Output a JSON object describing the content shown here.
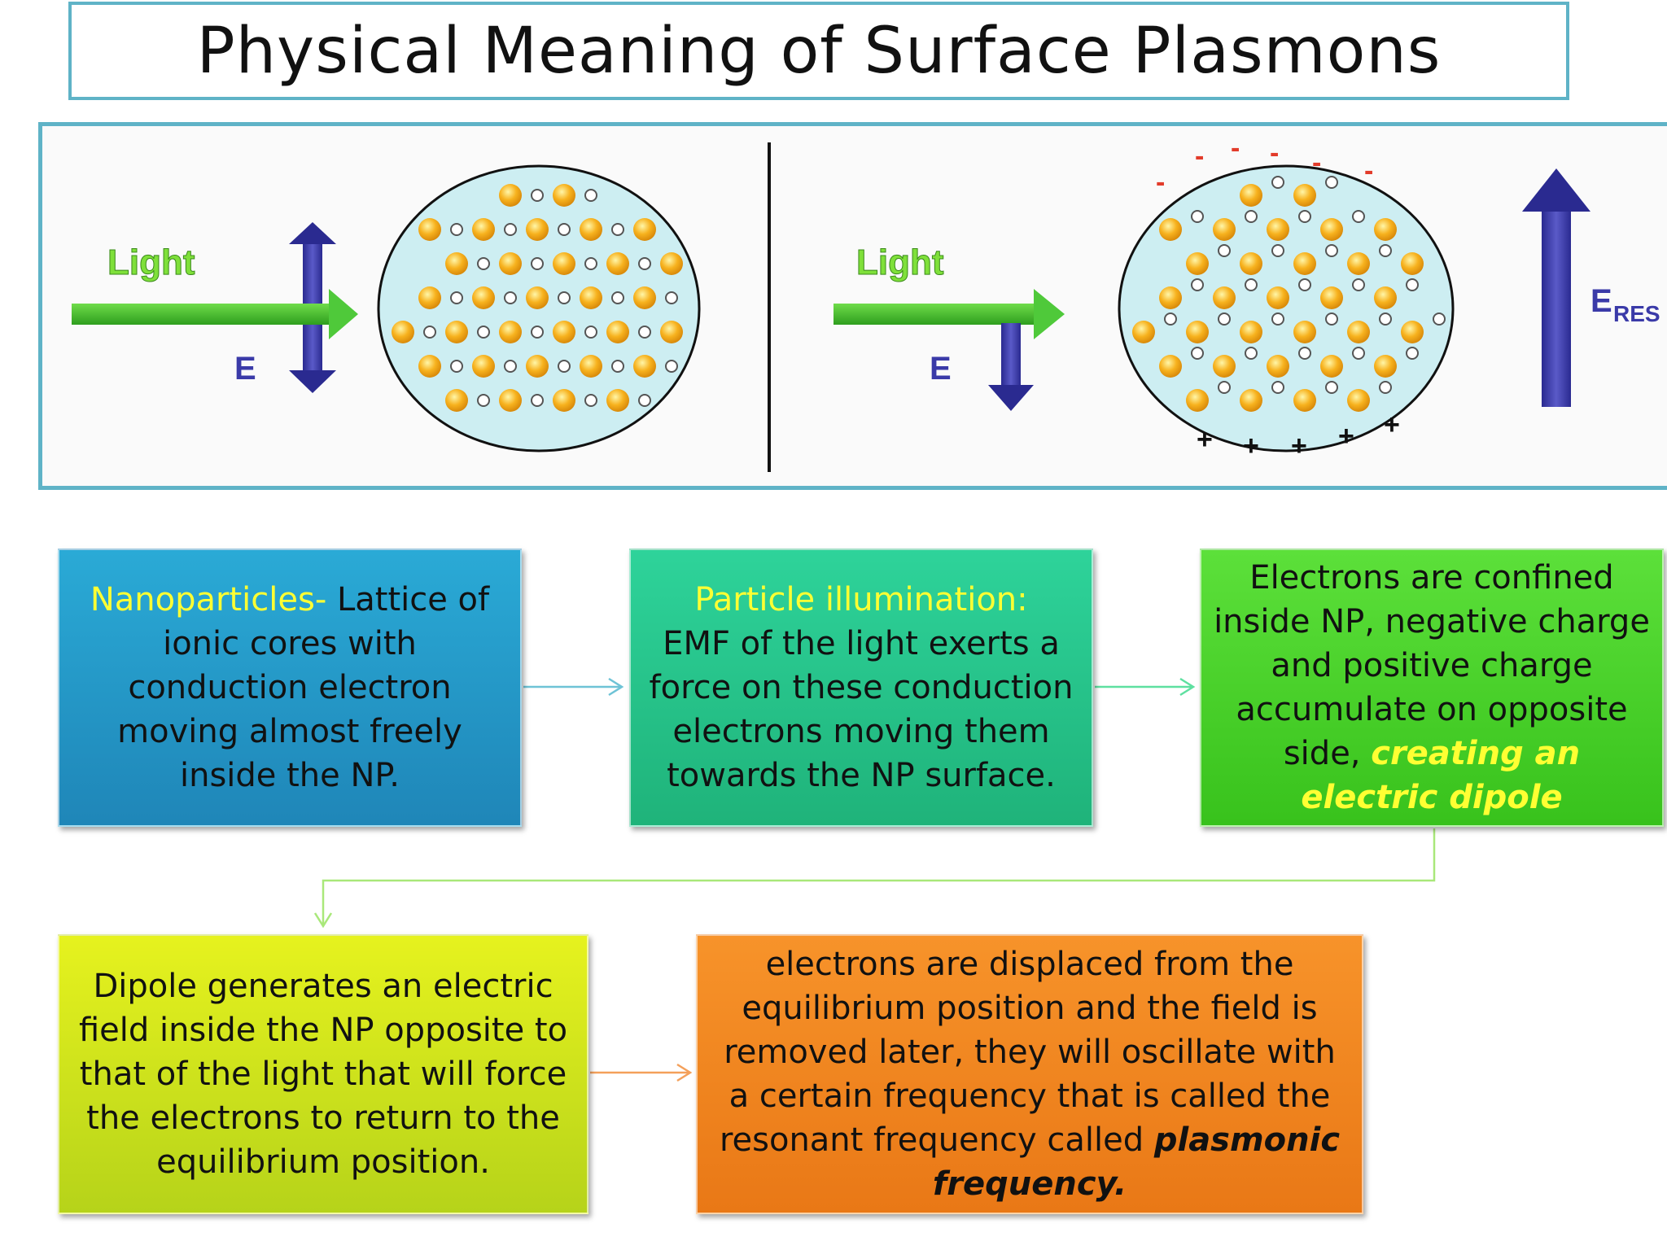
{
  "title": "Physical Meaning of Surface Plasmons",
  "figure": {
    "left_panel": {
      "light_label": "Light",
      "e_label": "E"
    },
    "right_panel": {
      "light_label": "Light",
      "e_label": "E",
      "eres_label_main": "E",
      "eres_label_sub": "RES",
      "negative_sign": "-",
      "positive_sign": "+"
    }
  },
  "flow": {
    "box1": {
      "highlight": "Nanoparticles-",
      "text": " Lattice of ionic cores with conduction electron moving almost freely inside the NP."
    },
    "box2": {
      "highlight": "Particle illumination:",
      "text": "EMF of the light exerts a force on these conduction electrons moving them towards the NP surface."
    },
    "box3": {
      "text": "Electrons are confined inside NP, negative charge and positive charge accumulate on opposite side, ",
      "emphasis": "creating an electric dipole"
    },
    "box4": {
      "text": "Dipole generates an electric field inside the NP opposite to that of the light that will force the electrons to return to the equilibrium position."
    },
    "box5": {
      "text": "electrons are displaced from the equilibrium position and the field is removed later, they will oscillate with a certain frequency that is called the resonant frequency called ",
      "emphasis": "plasmonic frequency."
    }
  },
  "colors": {
    "frame": "#5fb3c7",
    "box1": "#2aaad6",
    "box2": "#2ed39a",
    "box3": "#5ce03a",
    "box4": "#e6f21e",
    "box5": "#f7932a",
    "light_arrow": "#4fc93a",
    "e_arrow": "#3a3aa8",
    "particle_fill": "#cdeef2",
    "ion": "#f5a81c",
    "electron": "#ffffff"
  }
}
